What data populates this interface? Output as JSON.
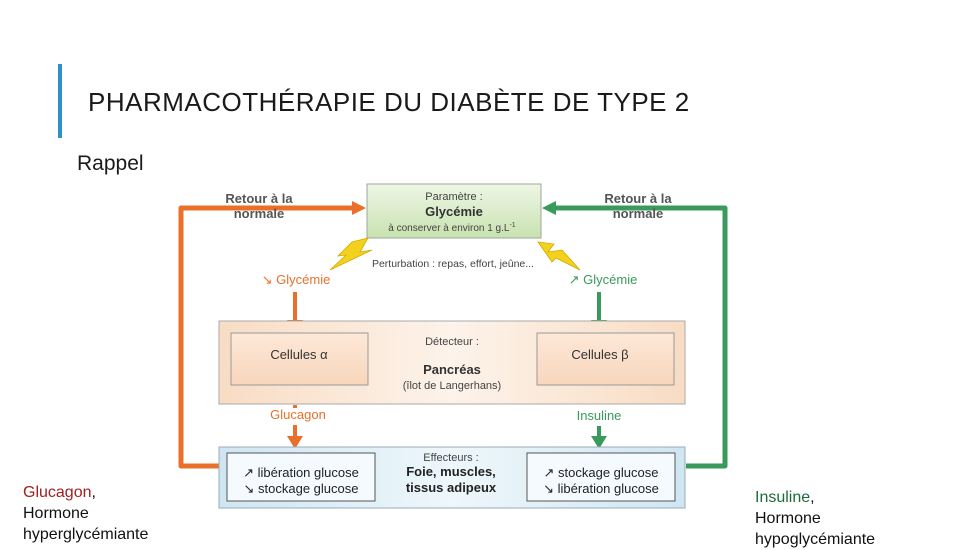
{
  "slide": {
    "title": "PHARMACOTHÉRAPIE DU DIABÈTE DE TYPE 2",
    "subtitle": "Rappel",
    "accent_color": "#2e8fc9"
  },
  "notes": {
    "left": {
      "term": "Glucagon",
      "sep": ",",
      "line2": "Hormone",
      "line3": "hyperglycémiante",
      "color": "#a02020"
    },
    "right": {
      "term": "Insuline",
      "sep": ",",
      "line2": "Hormone",
      "line3": "hypoglycémiante",
      "color": "#1f6a3a"
    }
  },
  "diagram": {
    "retour_left": [
      "Retour à la",
      "normale"
    ],
    "retour_right": [
      "Retour à la",
      "normale"
    ],
    "parametre": {
      "line1": "Paramètre :",
      "line2": "Glycémie",
      "line3": "à conserver à environ 1 g.L",
      "exponent": "-1"
    },
    "perturbation": "Perturbation : repas, effort, jeûne...",
    "glycemie_down": "↘ Glycémie",
    "glycemie_up": "↗ Glycémie",
    "detecteur": {
      "line1": "Détecteur :",
      "line2": "Pancréas",
      "line3": "(îlot de Langerhans)"
    },
    "cellules_alpha": "Cellules α",
    "cellules_beta": "Cellules β",
    "glucagon": "Glucagon",
    "insuline": "Insuline",
    "effecteurs": {
      "line1": "Effecteurs :",
      "line2": "Foie, muscles,",
      "line3": "tissus adipeux"
    },
    "left_effects": [
      "↗ libération glucose",
      "↘ stockage glucose"
    ],
    "right_effects": [
      "↗ stockage glucose",
      "↘ libération glucose"
    ],
    "colors": {
      "orange": "#e8702a",
      "green": "#3a9a5c",
      "lightning": "#f2d21c"
    }
  }
}
